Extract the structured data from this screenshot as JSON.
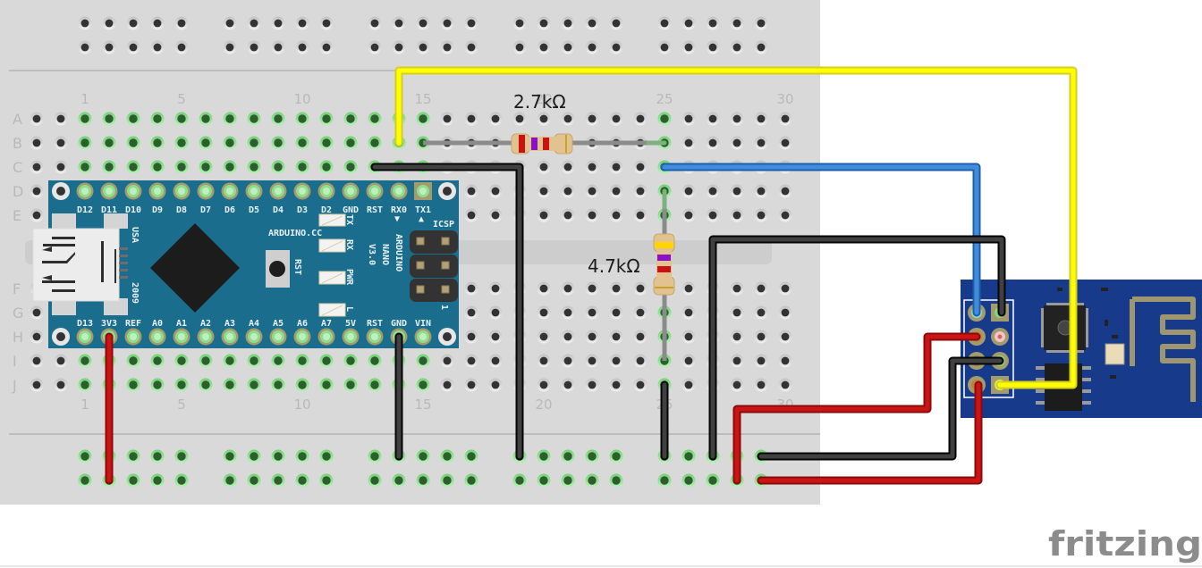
{
  "canvas": {
    "logo_text": "fritzing"
  },
  "breadboard": {
    "row_labels_top": [
      "A",
      "B",
      "C",
      "D",
      "E"
    ],
    "row_labels_bottom": [
      "F",
      "G",
      "H",
      "I",
      "J"
    ],
    "column_labels": [
      "1",
      "5",
      "10",
      "15",
      "20",
      "25",
      "30"
    ],
    "first_column": -1,
    "last_column": 30,
    "connected_columns": [
      1,
      2,
      3,
      4,
      5,
      6,
      7,
      8,
      9,
      10,
      11,
      12,
      13,
      14,
      15,
      25
    ],
    "top_rails_connected": false,
    "bottom_rails_connected": true
  },
  "arduino_nano": {
    "board_color": "#1b6d8d",
    "top_pins": [
      "D12",
      "D11",
      "D10",
      "D9",
      "D8",
      "D7",
      "D6",
      "D5",
      "D4",
      "D3",
      "D2",
      "GND",
      "RST",
      "RX0",
      "TX1"
    ],
    "bottom_pins": [
      "D13",
      "3V3",
      "REF",
      "A0",
      "A1",
      "A2",
      "A3",
      "A4",
      "A5",
      "A6",
      "A7",
      "5V",
      "RST",
      "GND",
      "VIN"
    ],
    "brand_line1": "ARDUINO",
    "brand_line2": "NANO",
    "brand_line3": "V3.0",
    "website": "ARDUINO.CC",
    "country": "USA",
    "year": "2009",
    "reset_label": "RST",
    "led_tx": "TX",
    "led_rx": "RX",
    "led_pwr": "PWR",
    "led_l": "L",
    "icsp_label": "ICSP",
    "pin1_label": "1",
    "rx_arrow": "▼",
    "tx_arrow": "▲"
  },
  "resistors": {
    "r1": {
      "label": "2.7kΩ",
      "band1": "#cc1111",
      "band2": "#8a11c8",
      "band3": "#cc1111",
      "band4": "#c9a227"
    },
    "r2": {
      "label": "4.7kΩ",
      "band1": "#ffd500",
      "band2": "#8a11c8",
      "band3": "#cc1111",
      "band4": "#c9a227"
    }
  },
  "esp01": {
    "board_color": "#173a8a"
  },
  "wires": {
    "yellow": {
      "fill": "#ffff00",
      "edge": "#d6cf22"
    },
    "blue": {
      "fill": "#418dd9",
      "edge": "#1d5fae"
    },
    "red": {
      "fill": "#cc1414",
      "edge": "#8b0a0a"
    },
    "black": {
      "fill": "#404040",
      "edge": "#050505"
    }
  }
}
